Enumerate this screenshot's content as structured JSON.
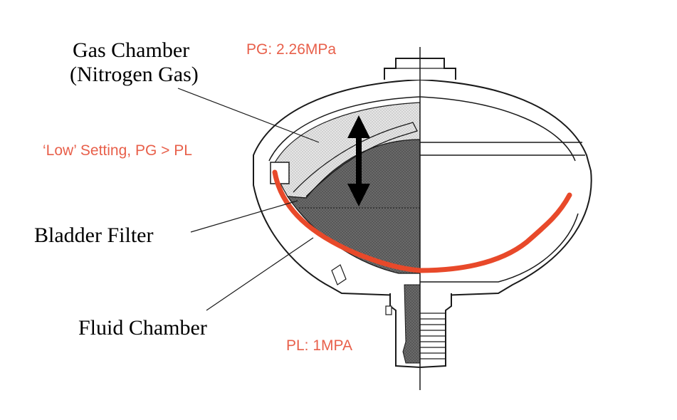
{
  "labels": {
    "gas_chamber_line1": "Gas Chamber",
    "gas_chamber_line2": "(Nitrogen Gas)",
    "pg_pressure": "PG: 2.26MPa",
    "low_setting": "‘Low’ Setting, PG > PL",
    "bladder_filter": "Bladder Filter",
    "fluid_chamber": "Fluid Chamber",
    "pl_pressure": "PL: 1MPA"
  },
  "colors": {
    "annotation_red": "#e8604b",
    "curve_red": "#e8492a",
    "outline": "#1a1a1a",
    "gas_fill": "#dedede",
    "fluid_fill": "#666666"
  },
  "icons": {
    "arrow": "double-headed-vertical-arrow"
  }
}
